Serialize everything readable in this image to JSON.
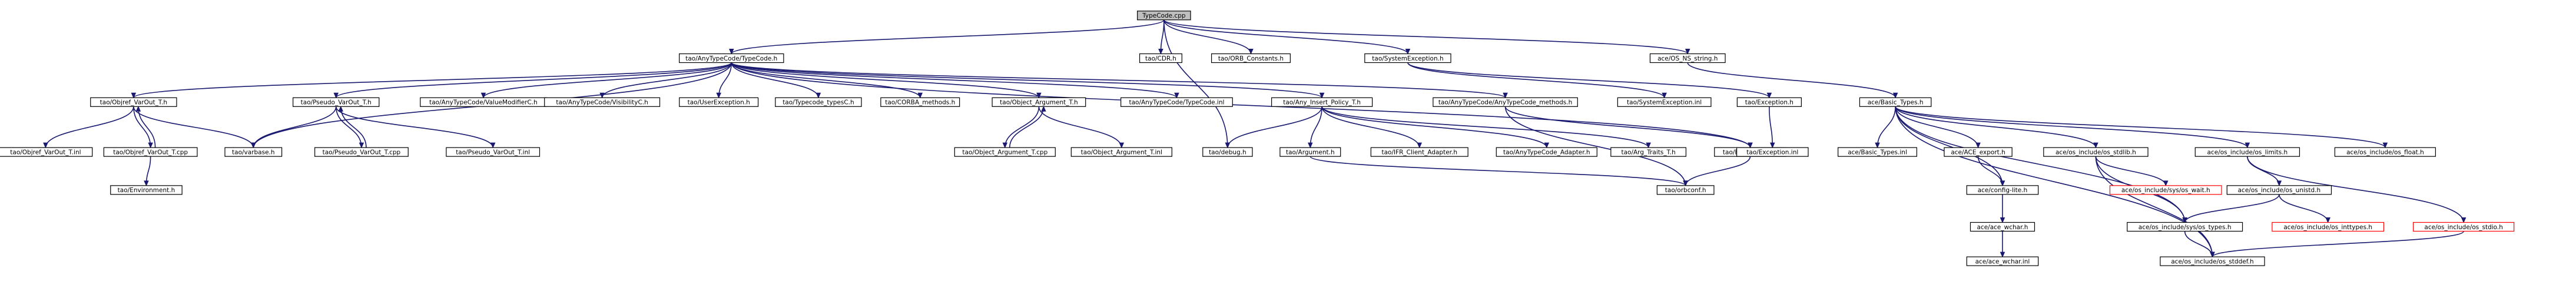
{
  "root": "n_typecode_cpp",
  "colors": {
    "edge": "#191970",
    "node_fill": "#ffffff",
    "root_fill": "#bfbfbf",
    "border": "#000000",
    "truncated_border": "#ff0000"
  },
  "nodes": [
    {
      "id": "n_typecode_cpp",
      "label": "TypeCode.cpp",
      "kind": "root"
    },
    {
      "id": "n_anytc_typecode_h",
      "label": "tao/AnyTypeCode/TypeCode.h",
      "kind": "normal"
    },
    {
      "id": "n_cdr_h",
      "label": "tao/CDR.h",
      "kind": "normal"
    },
    {
      "id": "n_orb_constants_h",
      "label": "tao/ORB_Constants.h",
      "kind": "normal"
    },
    {
      "id": "n_systemexception_h",
      "label": "tao/SystemException.h",
      "kind": "normal"
    },
    {
      "id": "n_os_ns_string_h",
      "label": "ace/OS_NS_string.h",
      "kind": "normal"
    },
    {
      "id": "n_objref_varout_t_h",
      "label": "tao/Objref_VarOut_T.h",
      "kind": "normal"
    },
    {
      "id": "n_pseudo_varout_t_h",
      "label": "tao/Pseudo_VarOut_T.h",
      "kind": "normal"
    },
    {
      "id": "n_valuemodifierc_h",
      "label": "tao/AnyTypeCode/ValueModifierC.h",
      "kind": "normal"
    },
    {
      "id": "n_visibilityc_h",
      "label": "tao/AnyTypeCode/VisibilityC.h",
      "kind": "normal"
    },
    {
      "id": "n_userexception_h",
      "label": "tao/UserException.h",
      "kind": "normal"
    },
    {
      "id": "n_typecode_typesc_h",
      "label": "tao/Typecode_typesC.h",
      "kind": "normal"
    },
    {
      "id": "n_corba_methods_h",
      "label": "tao/CORBA_methods.h",
      "kind": "normal"
    },
    {
      "id": "n_object_argument_t_h",
      "label": "tao/Object_Argument_T.h",
      "kind": "normal"
    },
    {
      "id": "n_typecode_inl",
      "label": "tao/AnyTypeCode/TypeCode.inl",
      "kind": "normal"
    },
    {
      "id": "n_any_insert_policy_t_h",
      "label": "tao/Any_Insert_Policy_T.h",
      "kind": "normal"
    },
    {
      "id": "n_anytypecode_methods_h",
      "label": "tao/AnyTypeCode/AnyTypeCode_methods.h",
      "kind": "normal"
    },
    {
      "id": "n_systemexception_inl",
      "label": "tao/SystemException.inl",
      "kind": "normal"
    },
    {
      "id": "n_exception_h",
      "label": "tao/Exception.h",
      "kind": "normal"
    },
    {
      "id": "n_ace_basic_types_h",
      "label": "ace/Basic_Types.h",
      "kind": "normal"
    },
    {
      "id": "n_objref_varout_t_inl",
      "label": "tao/Objref_VarOut_T.inl",
      "kind": "normal"
    },
    {
      "id": "n_objref_varout_t_cpp",
      "label": "tao/Objref_VarOut_T.cpp",
      "kind": "normal"
    },
    {
      "id": "n_varbase_h",
      "label": "tao/varbase.h",
      "kind": "normal"
    },
    {
      "id": "n_pseudo_varout_t_cpp",
      "label": "tao/Pseudo_VarOut_T.cpp",
      "kind": "normal"
    },
    {
      "id": "n_pseudo_varout_t_inl",
      "label": "tao/Pseudo_VarOut_T.inl",
      "kind": "normal"
    },
    {
      "id": "n_object_argument_t_cpp",
      "label": "tao/Object_Argument_T.cpp",
      "kind": "normal"
    },
    {
      "id": "n_object_argument_t_inl",
      "label": "tao/Object_Argument_T.inl",
      "kind": "normal"
    },
    {
      "id": "n_debug_h",
      "label": "tao/debug.h",
      "kind": "normal"
    },
    {
      "id": "n_argument_h",
      "label": "tao/Argument.h",
      "kind": "normal"
    },
    {
      "id": "n_ifr_client_adapter_h",
      "label": "tao/IFR_Client_Adapter.h",
      "kind": "normal"
    },
    {
      "id": "n_anytypecode_adapter_h",
      "label": "tao/AnyTypeCode_Adapter.h",
      "kind": "normal"
    },
    {
      "id": "n_arg_traits_t_h",
      "label": "tao/Arg_Traits_T.h",
      "kind": "normal"
    },
    {
      "id": "n_tao_basic_types_h",
      "label": "tao/Basic_Types.h",
      "kind": "normal"
    },
    {
      "id": "n_exception_inl",
      "label": "tao/Exception.inl",
      "kind": "normal"
    },
    {
      "id": "n_ace_basic_types_inl",
      "label": "ace/Basic_Types.inl",
      "kind": "normal"
    },
    {
      "id": "n_ace_export_h",
      "label": "ace/ACE_export.h",
      "kind": "normal"
    },
    {
      "id": "n_os_stdlib_h",
      "label": "ace/os_include/os_stdlib.h",
      "kind": "normal"
    },
    {
      "id": "n_os_limits_h",
      "label": "ace/os_include/os_limits.h",
      "kind": "normal"
    },
    {
      "id": "n_os_float_h",
      "label": "ace/os_include/os_float.h",
      "kind": "normal"
    },
    {
      "id": "n_environment_h",
      "label": "tao/Environment.h",
      "kind": "normal"
    },
    {
      "id": "n_orbconf_h",
      "label": "tao/orbconf.h",
      "kind": "normal"
    },
    {
      "id": "n_config_lite_h",
      "label": "ace/config-lite.h",
      "kind": "normal"
    },
    {
      "id": "n_os_wait_h",
      "label": "ace/os_include/sys/os_wait.h",
      "kind": "truncated"
    },
    {
      "id": "n_os_unistd_h",
      "label": "ace/os_include/os_unistd.h",
      "kind": "normal"
    },
    {
      "id": "n_os_types_h",
      "label": "ace/os_include/sys/os_types.h",
      "kind": "normal"
    },
    {
      "id": "n_os_inttypes_h",
      "label": "ace/os_include/os_inttypes.h",
      "kind": "truncated"
    },
    {
      "id": "n_os_stdio_h",
      "label": "ace/os_include/os_stdio.h",
      "kind": "truncated"
    },
    {
      "id": "n_ace_wchar_h",
      "label": "ace/ace_wchar.h",
      "kind": "normal"
    },
    {
      "id": "n_ace_wchar_inl",
      "label": "ace/ace_wchar.inl",
      "kind": "normal"
    },
    {
      "id": "n_os_stddef_h",
      "label": "ace/os_include/os_stddef.h",
      "kind": "normal"
    }
  ],
  "edges": [
    [
      "n_typecode_cpp",
      "n_anytc_typecode_h"
    ],
    [
      "n_typecode_cpp",
      "n_cdr_h"
    ],
    [
      "n_typecode_cpp",
      "n_orb_constants_h"
    ],
    [
      "n_typecode_cpp",
      "n_systemexception_h"
    ],
    [
      "n_typecode_cpp",
      "n_os_ns_string_h"
    ],
    [
      "n_typecode_cpp",
      "n_debug_h"
    ],
    [
      "n_anytc_typecode_h",
      "n_objref_varout_t_h"
    ],
    [
      "n_anytc_typecode_h",
      "n_pseudo_varout_t_h"
    ],
    [
      "n_anytc_typecode_h",
      "n_valuemodifierc_h"
    ],
    [
      "n_anytc_typecode_h",
      "n_visibilityc_h"
    ],
    [
      "n_anytc_typecode_h",
      "n_userexception_h"
    ],
    [
      "n_anytc_typecode_h",
      "n_typecode_typesc_h"
    ],
    [
      "n_anytc_typecode_h",
      "n_corba_methods_h"
    ],
    [
      "n_anytc_typecode_h",
      "n_object_argument_t_h"
    ],
    [
      "n_anytc_typecode_h",
      "n_typecode_inl"
    ],
    [
      "n_anytc_typecode_h",
      "n_any_insert_policy_t_h"
    ],
    [
      "n_anytc_typecode_h",
      "n_anytypecode_methods_h"
    ],
    [
      "n_anytc_typecode_h",
      "n_tao_basic_types_h"
    ],
    [
      "n_anytc_typecode_h",
      "n_varbase_h"
    ],
    [
      "n_systemexception_h",
      "n_systemexception_inl"
    ],
    [
      "n_systemexception_h",
      "n_exception_h"
    ],
    [
      "n_exception_h",
      "n_exception_inl"
    ],
    [
      "n_os_ns_string_h",
      "n_ace_basic_types_h"
    ],
    [
      "n_objref_varout_t_h",
      "n_objref_varout_t_inl"
    ],
    [
      "n_objref_varout_t_h",
      "n_objref_varout_t_cpp"
    ],
    [
      "n_objref_varout_t_h",
      "n_varbase_h"
    ],
    [
      "n_objref_varout_t_cpp",
      "n_objref_varout_t_h"
    ],
    [
      "n_objref_varout_t_cpp",
      "n_environment_h"
    ],
    [
      "n_pseudo_varout_t_h",
      "n_varbase_h"
    ],
    [
      "n_pseudo_varout_t_h",
      "n_pseudo_varout_t_cpp"
    ],
    [
      "n_pseudo_varout_t_h",
      "n_pseudo_varout_t_inl"
    ],
    [
      "n_pseudo_varout_t_cpp",
      "n_pseudo_varout_t_h"
    ],
    [
      "n_object_argument_t_h",
      "n_object_argument_t_cpp"
    ],
    [
      "n_object_argument_t_h",
      "n_object_argument_t_inl"
    ],
    [
      "n_object_argument_t_cpp",
      "n_object_argument_t_h"
    ],
    [
      "n_any_insert_policy_t_h",
      "n_debug_h"
    ],
    [
      "n_any_insert_policy_t_h",
      "n_argument_h"
    ],
    [
      "n_any_insert_policy_t_h",
      "n_ifr_client_adapter_h"
    ],
    [
      "n_any_insert_policy_t_h",
      "n_anytypecode_adapter_h"
    ],
    [
      "n_any_insert_policy_t_h",
      "n_arg_traits_t_h"
    ],
    [
      "n_anytypecode_methods_h",
      "n_tao_basic_types_h"
    ],
    [
      "n_anytypecode_methods_h",
      "n_orbconf_h"
    ],
    [
      "n_argument_h",
      "n_orbconf_h"
    ],
    [
      "n_tao_basic_types_h",
      "n_orbconf_h"
    ],
    [
      "n_ace_basic_types_h",
      "n_ace_basic_types_inl"
    ],
    [
      "n_ace_basic_types_h",
      "n_ace_export_h"
    ],
    [
      "n_ace_basic_types_h",
      "n_os_stdlib_h"
    ],
    [
      "n_ace_basic_types_h",
      "n_os_limits_h"
    ],
    [
      "n_ace_basic_types_h",
      "n_os_float_h"
    ],
    [
      "n_ace_basic_types_h",
      "n_config_lite_h"
    ],
    [
      "n_ace_basic_types_h",
      "n_os_types_h"
    ],
    [
      "n_ace_basic_types_h",
      "n_os_stddef_h"
    ],
    [
      "n_ace_export_h",
      "n_config_lite_h"
    ],
    [
      "n_os_stdlib_h",
      "n_os_wait_h"
    ],
    [
      "n_os_stdlib_h",
      "n_os_types_h"
    ],
    [
      "n_os_stdlib_h",
      "n_os_stddef_h"
    ],
    [
      "n_os_limits_h",
      "n_os_unistd_h"
    ],
    [
      "n_os_limits_h",
      "n_os_stdio_h"
    ],
    [
      "n_os_unistd_h",
      "n_os_types_h"
    ],
    [
      "n_os_unistd_h",
      "n_os_inttypes_h"
    ],
    [
      "n_os_stdio_h",
      "n_os_stddef_h"
    ],
    [
      "n_os_types_h",
      "n_os_stddef_h"
    ],
    [
      "n_config_lite_h",
      "n_ace_wchar_h"
    ],
    [
      "n_ace_wchar_h",
      "n_ace_wchar_inl"
    ]
  ]
}
